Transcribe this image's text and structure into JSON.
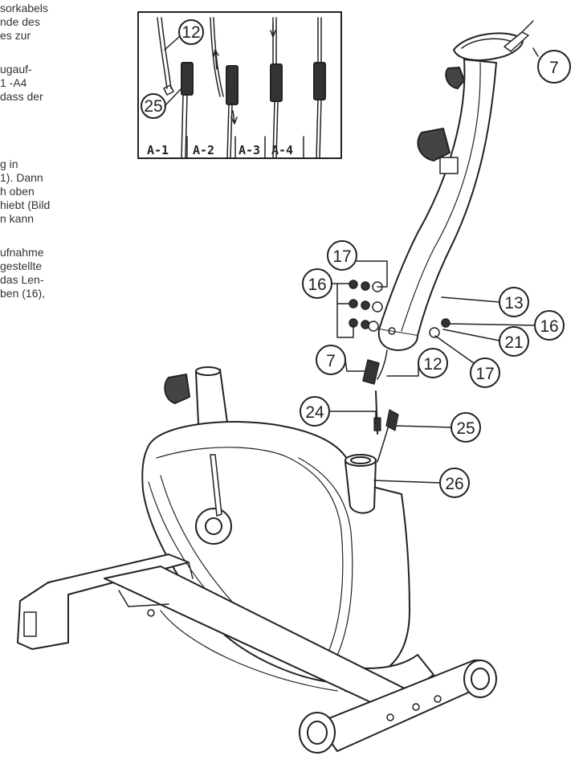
{
  "instructions": {
    "lines": [
      "sorkabels",
      "nde des",
      "es zur",
      "",
      "ugauf-",
      "1 -A4",
      "dass der",
      "",
      "g in",
      "1). Dann",
      "h oben",
      "hiebt (Bild",
      "n kann",
      "",
      "ufnahme",
      "gestellte",
      "das Len-",
      "ben (16),"
    ]
  },
  "inset": {
    "panel_labels": [
      "A-1",
      "A-2",
      "A-3",
      "A-4"
    ],
    "callouts": [
      "12",
      "25"
    ]
  },
  "callouts": {
    "c7_top": "7",
    "c17_left": "17",
    "c16_left": "16",
    "c13": "13",
    "c16_right": "16",
    "c21": "21",
    "c7_bottom": "7",
    "c12": "12",
    "c17_right": "17",
    "c24": "24",
    "c25": "25",
    "c26": "26"
  }
}
